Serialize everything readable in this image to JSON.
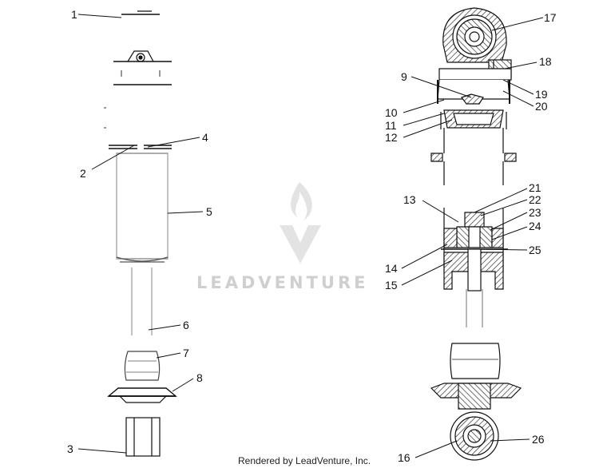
{
  "callouts": {
    "c1": "1",
    "c2": "2",
    "c3": "3",
    "c4": "4",
    "c5": "5",
    "c6": "6",
    "c7": "7",
    "c8": "8",
    "c9": "9",
    "c10": "10",
    "c11": "11",
    "c12": "12",
    "c13": "13",
    "c14": "14",
    "c15": "15",
    "c16": "16",
    "c17": "17",
    "c18": "18",
    "c19": "19",
    "c20": "20",
    "c21": "21",
    "c22": "22",
    "c23": "23",
    "c24": "24",
    "c25": "25",
    "c26": "26"
  },
  "watermark": {
    "text": "LEADVENTURE"
  },
  "footer": {
    "text": "Rendered by LeadVenture, Inc."
  }
}
